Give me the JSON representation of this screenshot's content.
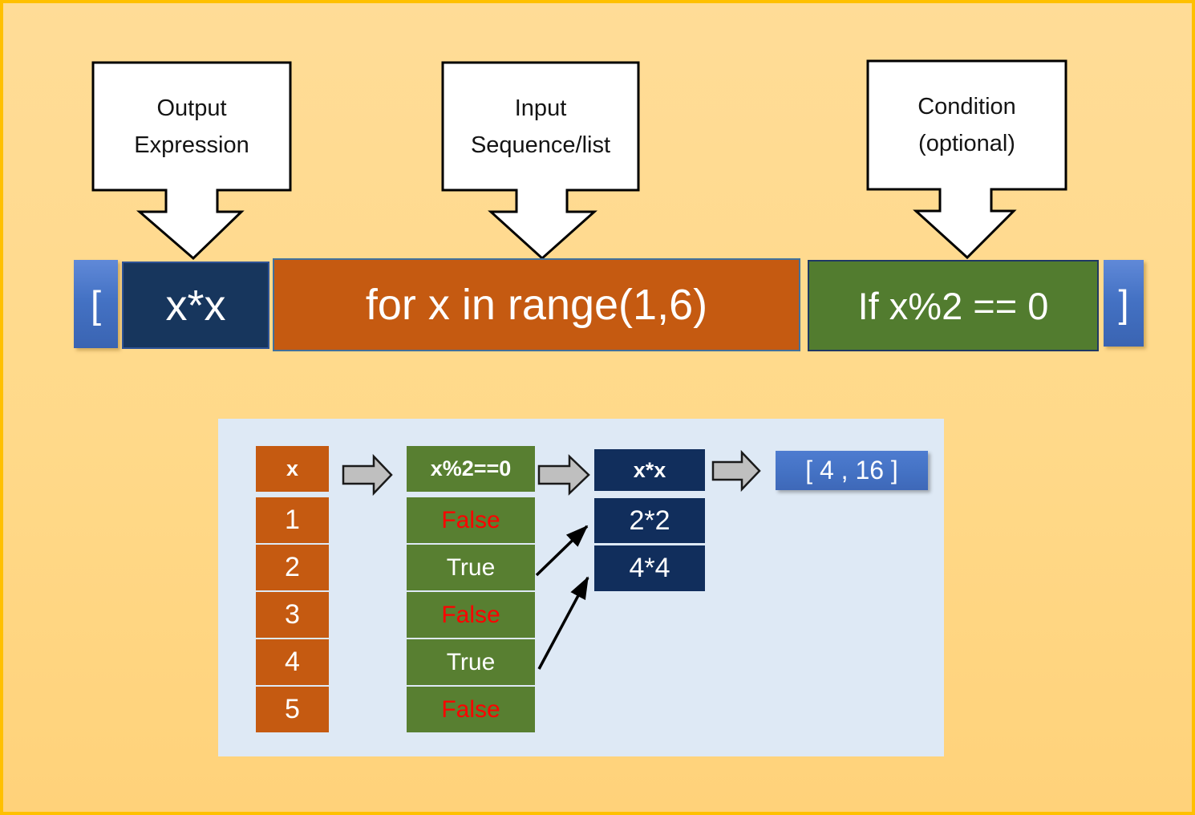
{
  "callouts": {
    "output": {
      "line1": "Output",
      "line2": "Expression"
    },
    "input": {
      "line1": "Input",
      "line2": "Sequence/list"
    },
    "condition": {
      "line1": "Condition",
      "line2": "(optional)"
    }
  },
  "code": {
    "open_bracket": "[",
    "expression": "x*x",
    "loop": "for x in range(1,6)",
    "condition": "If x%2 == 0",
    "close_bracket": "]"
  },
  "table": {
    "x_header": "x",
    "x_values": [
      "1",
      "2",
      "3",
      "4",
      "5"
    ],
    "cond_header": "x%2==0",
    "cond_values": [
      "False",
      "True",
      "False",
      "True",
      "False"
    ],
    "out_header": "x*x",
    "out_values": [
      "2*2",
      "4*4"
    ],
    "result": "[ 4 , 16 ]"
  },
  "colors": {
    "page_background": "#FFD989",
    "page_border": "#FFC000",
    "navy": "#17365D",
    "orange": "#C55A11",
    "green": "#538135",
    "accent_blue": "#4472C4",
    "panel_blue": "#DEE9F5",
    "arrow_gray": "#BFBFBF",
    "false_text": "#FF0000"
  }
}
